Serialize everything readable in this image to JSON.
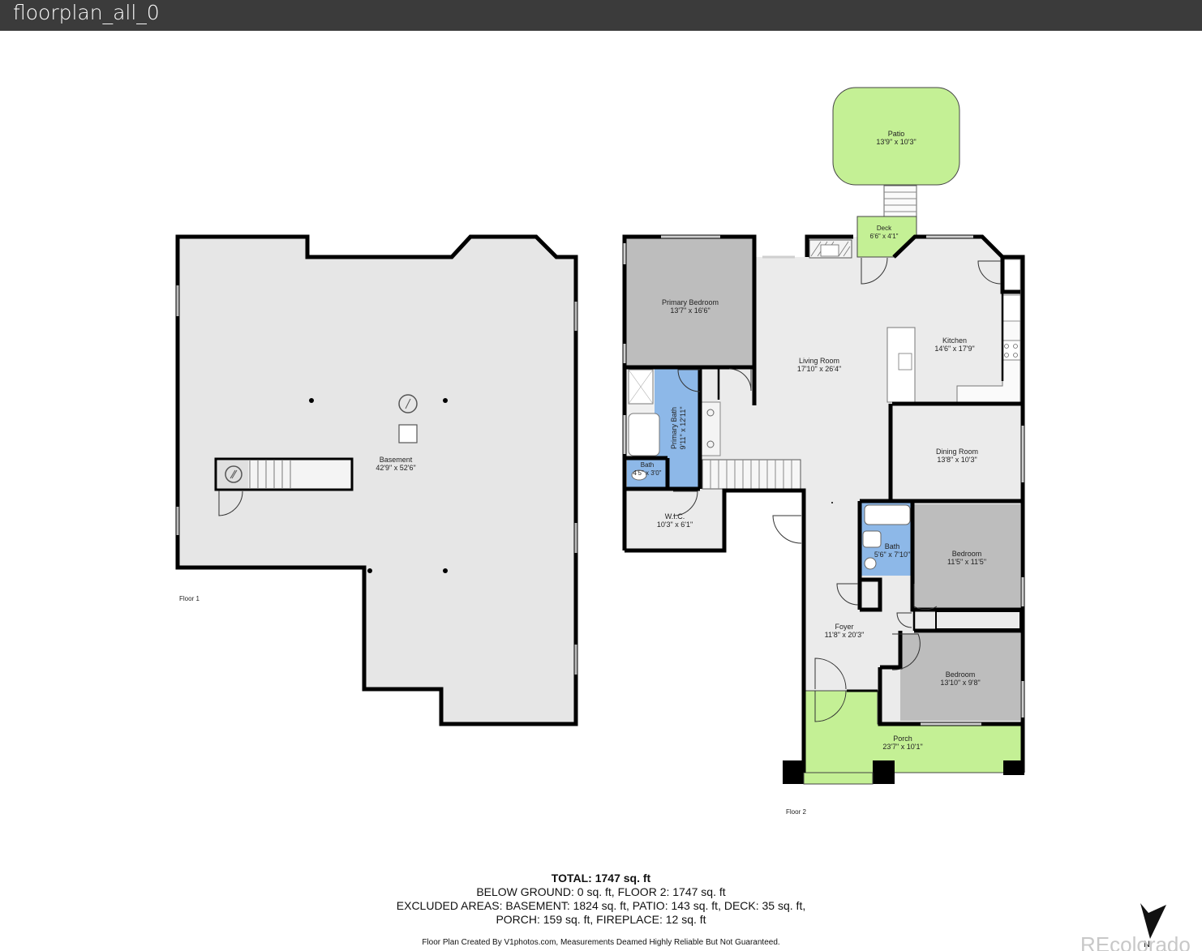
{
  "window": {
    "title": "floorplan_all_0"
  },
  "floors": {
    "floor1": {
      "label": "Floor 1"
    },
    "floor2": {
      "label": "Floor 2"
    }
  },
  "rooms": {
    "basement": {
      "name": "Basement",
      "size": "42'9\" x 52'6\""
    },
    "patio": {
      "name": "Patio",
      "size": "13'9\" x 10'3\""
    },
    "deck": {
      "name": "Deck",
      "size": "6'6\" x 4'1\""
    },
    "primary_bedroom": {
      "name": "Primary Bedroom",
      "size": "13'7\" x 16'6\""
    },
    "living_room": {
      "name": "Living Room",
      "size": "17'10\" x 26'4\""
    },
    "kitchen": {
      "name": "Kitchen",
      "size": "14'6\" x 17'9\""
    },
    "primary_bath": {
      "name": "Primary Bath",
      "size": "9'11\" x 12'11\""
    },
    "bath_small": {
      "name": "Bath",
      "size": "4'5\" x 3'0\""
    },
    "dining_room": {
      "name": "Dining Room",
      "size": "13'8\" x 10'3\""
    },
    "wic": {
      "name": "W.I.C.",
      "size": "10'3\" x 6'1\""
    },
    "bath": {
      "name": "Bath",
      "size": "5'6\" x 7'10\""
    },
    "bedroom1": {
      "name": "Bedroom",
      "size": "11'5\" x 11'5\""
    },
    "foyer": {
      "name": "Foyer",
      "size": "11'8\" x 20'3\""
    },
    "bedroom2": {
      "name": "Bedroom",
      "size": "13'10\" x 9'8\""
    },
    "porch": {
      "name": "Porch",
      "size": "23'7\" x 10'1\""
    }
  },
  "summary": {
    "total": "TOTAL: 1747 sq. ft",
    "line2": "BELOW GROUND: 0 sq. ft, FLOOR 2: 1747 sq. ft",
    "line3": "EXCLUDED AREAS: BASEMENT: 1824 sq. ft, PATIO: 143 sq. ft, DECK: 35 sq. ft,",
    "line4": "PORCH: 159 sq. ft, FIREPLACE: 12 sq. ft",
    "credit": "Floor Plan Created By V1photos.com, Measurements Deamed Highly Reliable But Not Guaranteed."
  },
  "compass": {
    "label": "N",
    "icon": "north-arrow-icon"
  },
  "watermark": "REcolorado",
  "colors": {
    "titlebar": "#3b3b3b",
    "floor": "#e9e9e9",
    "bedroom": "#bdbdbd",
    "bath": "#8db8e8",
    "outdoor": "#c5ef96",
    "wall": "#000000"
  }
}
